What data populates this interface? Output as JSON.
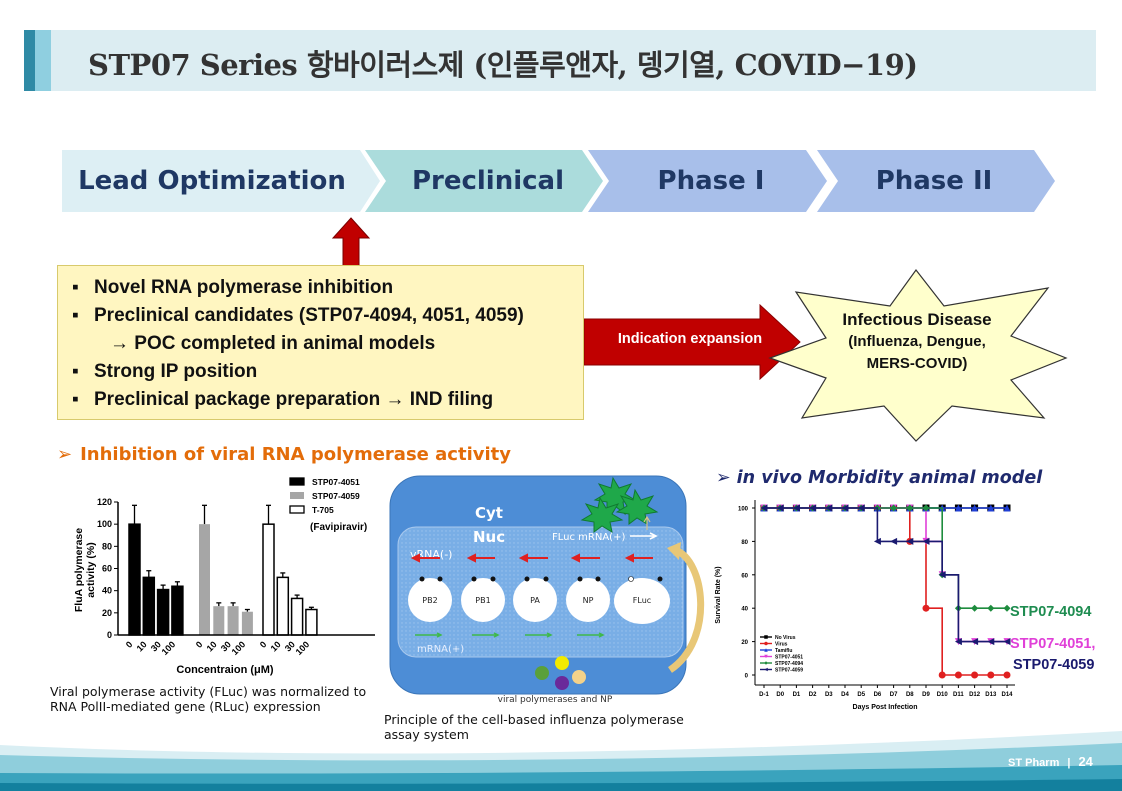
{
  "header": {
    "title": "STP07 Series 항바이러스제 (인플루앤자, 뎅기열, COVID−19)"
  },
  "pipeline": {
    "stages": [
      "Lead Optimization",
      "Preclinical",
      "Phase I",
      "Phase II"
    ],
    "colors": [
      "#ddeff4",
      "#abdcdc",
      "#a8bfea",
      "#a8bfea"
    ]
  },
  "summary": {
    "bullet": "▪",
    "items": [
      "Novel RNA polymerase inhibition",
      "Preclinical candidates (STP07-4094, 4051, 4059)",
      "→ POC completed in animal models",
      "Strong IP position",
      "Preclinical package preparation → IND filing"
    ]
  },
  "indication": {
    "arrow_label": "Indication expansion",
    "star_lines": [
      "Infectious Disease",
      "(Influenza, Dengue,",
      "MERS-COVID)"
    ]
  },
  "section1": {
    "marker": "➢",
    "title": "Inhibition of viral RNA polymerase activity",
    "caption": [
      "Viral polymerase activity (FLuc) was normalized to",
      "RNA PolII-mediated gene (RLuc) expression"
    ]
  },
  "section2": {
    "marker": "➢",
    "title": "in vivo Morbidity animal model"
  },
  "diagram": {
    "cyt": "Cyt",
    "nuc": "Nuc",
    "fluc_mrna": "FLuc mRNA(+)",
    "vrna": "vRNA(-)",
    "mrna": "mRNA(+)",
    "segments": [
      "PB2",
      "PB1",
      "PA",
      "NP",
      "FLuc"
    ],
    "bottom_label": "viral polymerases and NP",
    "caption": [
      "Principle of the cell-based influenza polymerase",
      "assay system"
    ]
  },
  "footer": {
    "brand": "ST Pharm",
    "separator": "|",
    "page": "24"
  },
  "chart_data": [
    {
      "type": "bar",
      "title": "",
      "xlabel": "Concentraion (μM)",
      "ylabel": "FluA polymerase activity (%)",
      "ylim": [
        0,
        120
      ],
      "yticks": [
        0,
        20,
        40,
        60,
        80,
        100,
        120
      ],
      "categories": [
        "0",
        "10",
        "30",
        "100"
      ],
      "series": [
        {
          "name": "STP07-4051",
          "color": "#000000",
          "values": [
            100,
            52,
            41,
            44
          ],
          "errors": [
            17,
            6,
            4,
            4
          ]
        },
        {
          "name": "STP07-4059",
          "color": "#a6a6a6",
          "values": [
            100,
            26,
            26,
            21
          ],
          "errors": [
            17,
            3,
            3,
            2
          ]
        },
        {
          "name": "T-705",
          "note": "(Favipiravir)",
          "color": "#ffffff",
          "values": [
            100,
            52,
            33,
            23
          ],
          "errors": [
            17,
            4,
            3,
            2
          ]
        }
      ]
    },
    {
      "type": "line",
      "title": "",
      "xlabel": "Days Post Infection",
      "ylabel": "Survival Rate (%)",
      "ylim": [
        0,
        100
      ],
      "yticks": [
        0,
        20,
        40,
        60,
        80,
        100
      ],
      "x": [
        "D-1",
        "D0",
        "D1",
        "D2",
        "D3",
        "D4",
        "D5",
        "D6",
        "D7",
        "D8",
        "D9",
        "D10",
        "D11",
        "D12",
        "D13",
        "D14"
      ],
      "legend": "bottom-left",
      "series": [
        {
          "name": "No Virus",
          "color": "#000000",
          "marker": "square",
          "values": [
            100,
            100,
            100,
            100,
            100,
            100,
            100,
            100,
            100,
            100,
            100,
            100,
            100,
            100,
            100,
            100
          ]
        },
        {
          "name": "Virus",
          "color": "#e02020",
          "marker": "circle",
          "values": [
            100,
            100,
            100,
            100,
            100,
            100,
            100,
            100,
            100,
            80,
            40,
            0,
            0,
            0,
            0,
            0
          ]
        },
        {
          "name": "Tamiflu",
          "color": "#1f3fd6",
          "marker": "triangle-up",
          "values": [
            100,
            100,
            100,
            100,
            100,
            100,
            100,
            100,
            100,
            100,
            100,
            100,
            100,
            100,
            100,
            100
          ]
        },
        {
          "name": "STP07-4051",
          "color": "#e040d8",
          "marker": "triangle-down",
          "values": [
            100,
            100,
            100,
            100,
            100,
            100,
            100,
            100,
            100,
            100,
            80,
            60,
            20,
            20,
            20,
            20
          ]
        },
        {
          "name": "STP07-4094",
          "color": "#1e8c3e",
          "marker": "diamond",
          "values": [
            100,
            100,
            100,
            100,
            100,
            100,
            100,
            100,
            100,
            100,
            100,
            60,
            40,
            40,
            40,
            40
          ]
        },
        {
          "name": "STP07-4059",
          "color": "#1a1a70",
          "marker": "triangle-left",
          "values": [
            100,
            100,
            100,
            100,
            100,
            100,
            100,
            80,
            80,
            80,
            80,
            60,
            20,
            20,
            20,
            20
          ]
        }
      ],
      "annotations": [
        {
          "text": "STP07-4094",
          "color": "#1e8c50"
        },
        {
          "text": "STP07-4051,",
          "color": "#e040d8"
        },
        {
          "text": "STP07-4059",
          "color": "#1a1a6e"
        }
      ]
    }
  ]
}
